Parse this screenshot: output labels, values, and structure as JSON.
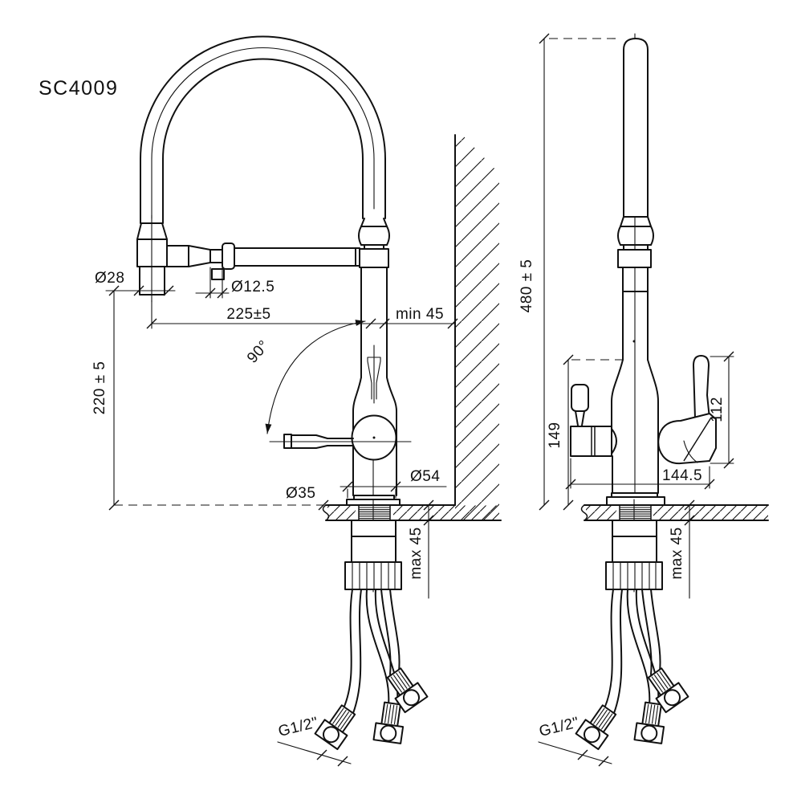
{
  "drawing": {
    "model_number": "SC4009",
    "front_view": {
      "spray_head_diameter": "Ø28",
      "spout_pipe_diameter": "Ø12.5",
      "spout_reach": "225±5",
      "wall_distance": "min 45",
      "swivel_angle": "90°",
      "spray_outlet_height": "220 ± 5",
      "mounting_hole_diameter": "Ø35",
      "base_diameter": "Ø54"
    },
    "side_view": {
      "overall_height": "480 ± 5",
      "spout_base_height": "149",
      "handle_top_height": "112",
      "overall_depth": "144.5"
    },
    "shared": {
      "max_deck_thickness": "max 45",
      "hose_thread_size": "G1/2\""
    },
    "style": {
      "line_color": "#111111",
      "background": "#ffffff"
    }
  }
}
